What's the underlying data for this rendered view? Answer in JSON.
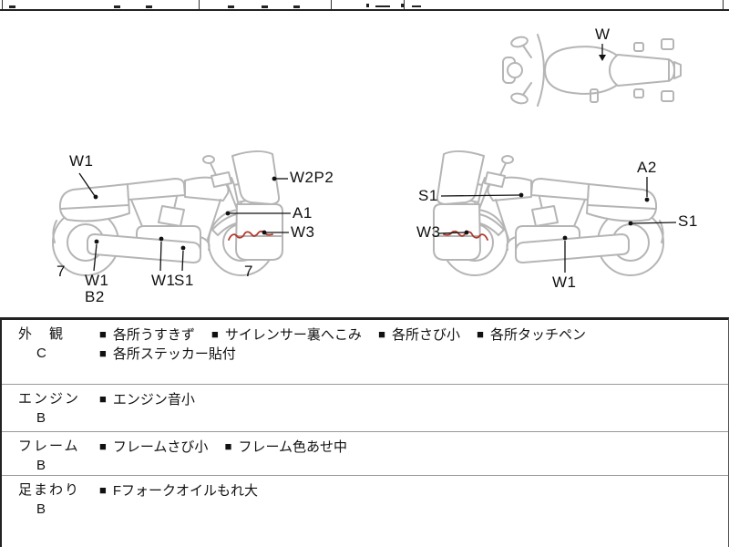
{
  "glyphs": {
    "bullet": "■"
  },
  "colors": {
    "line_art": "#b5b5b5",
    "defect_mark": "#b03a2e",
    "ink": "#111111"
  },
  "diagram": {
    "top_view": {
      "label_w": "W"
    },
    "left_view": {
      "label_tail": "W1",
      "label_screen": "W2P2",
      "label_front_fender": "A1",
      "label_cowl": "W3",
      "num_rear": "7",
      "label_muffler_line1": "W1",
      "label_muffler_line2": "B2",
      "label_engine": "W1",
      "label_exhaust": "S1",
      "num_front": "7"
    },
    "right_view": {
      "label_fork": "S1",
      "label_cowl": "W3",
      "label_tail": "A2",
      "label_shock": "S1",
      "label_engine": "W1"
    }
  },
  "grade_table": {
    "rows": [
      {
        "category": "外　観",
        "grade": "C",
        "items": [
          "各所うすきず",
          "サイレンサー裏へこみ",
          "各所さび小",
          "各所タッチペン",
          "各所ステッカー貼付"
        ]
      },
      {
        "category": "エンジン",
        "grade": "B",
        "items": [
          "エンジン音小"
        ]
      },
      {
        "category": "フレーム",
        "grade": "B",
        "items": [
          "フレームさび小",
          "フレーム色あせ中"
        ]
      },
      {
        "category": "足まわり",
        "grade": "B",
        "items": [
          "Fフォークオイルもれ大"
        ]
      }
    ]
  }
}
